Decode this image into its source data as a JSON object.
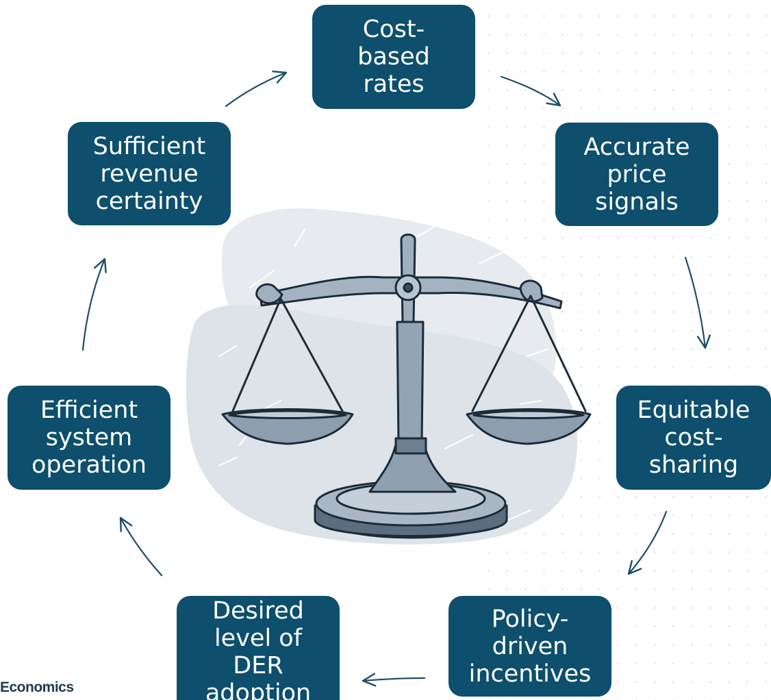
{
  "nodes": {
    "cost_based_rates": "Cost-\nbased\nrates",
    "accurate_price_signals": "Accurate\nprice\nsignals",
    "equitable_cost_sharing": "Equitable\ncost-\nsharing",
    "policy_driven_incentives": "Policy-\ndriven\nincentives",
    "desired_der_adoption": "Desired\nlevel of\nDER\nadoption",
    "efficient_system_operation": "Efficient\nsystem\noperation",
    "sufficient_revenue_certainty": "Sufficient\nrevenue\ncertainty"
  },
  "footer": {
    "text": "Economics"
  },
  "colors": {
    "box": "#0d4f6c",
    "arrow": "#1b4e68",
    "text": "#ffffff"
  },
  "icons": {
    "center": "balance-scale-icon"
  }
}
